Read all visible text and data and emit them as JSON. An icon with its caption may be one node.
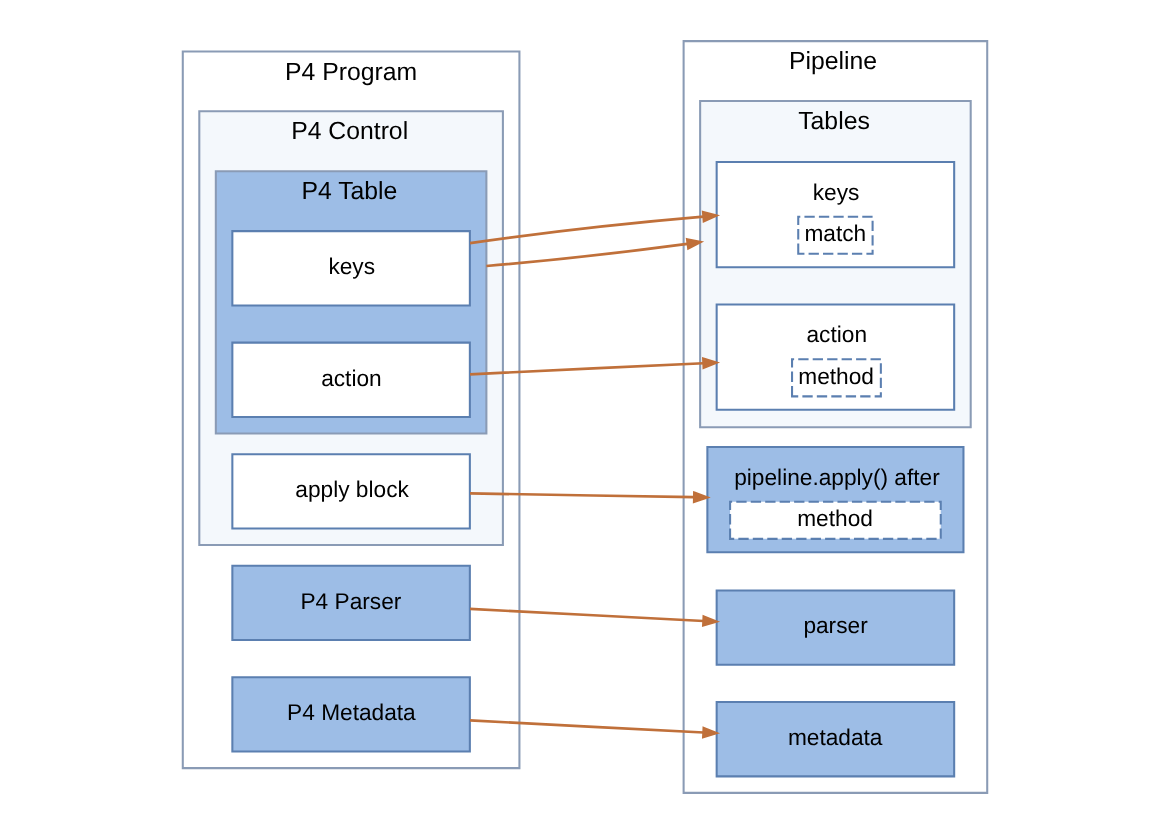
{
  "diagram": {
    "nodes": [
      {
        "text": [
          "P4 Program"
        ]
      },
      {
        "text": [
          "P4 Parser"
        ],
        "in": 0
      },
      {
        "text": [
          "P4 Metadata"
        ],
        "in": 0
      },
      {
        "text": [
          "P4 Control"
        ],
        "in": 0
      },
      {
        "text": [
          "P4 Table"
        ],
        "in": 3
      },
      {
        "text": [
          "keys"
        ],
        "in": 4
      },
      {
        "text": [
          "action"
        ],
        "in": 4
      },
      {
        "text": [
          "apply block"
        ],
        "in": 3
      },
      {
        "text": [
          "Pipeline"
        ]
      },
      {
        "text": [
          "parser"
        ],
        "in": 8
      },
      {
        "text": [
          "metadata"
        ],
        "in": 8
      },
      {
        "text": [
          "Tables"
        ],
        "in": 8
      },
      {
        "text": [
          "keys",
          "match"
        ],
        "in": 11
      },
      {
        "text": [
          "action",
          "method"
        ],
        "in": 11
      },
      {
        "text": [
          "pipeline.apply() after",
          "method"
        ],
        "in": 8
      }
    ],
    "edges": [
      {
        "from": 1,
        "to": 9,
        "arrow": "to"
      },
      {
        "from": 2,
        "to": 10,
        "arrow": "to"
      },
      {
        "from": 4,
        "to": 11,
        "arrow": "to"
      },
      {
        "from": 5,
        "to": 12,
        "arrow": "to"
      },
      {
        "from": 6,
        "to": 13,
        "arrow": "to"
      },
      {
        "from": 7,
        "to": 14,
        "arrow": "to"
      }
    ]
  }
}
